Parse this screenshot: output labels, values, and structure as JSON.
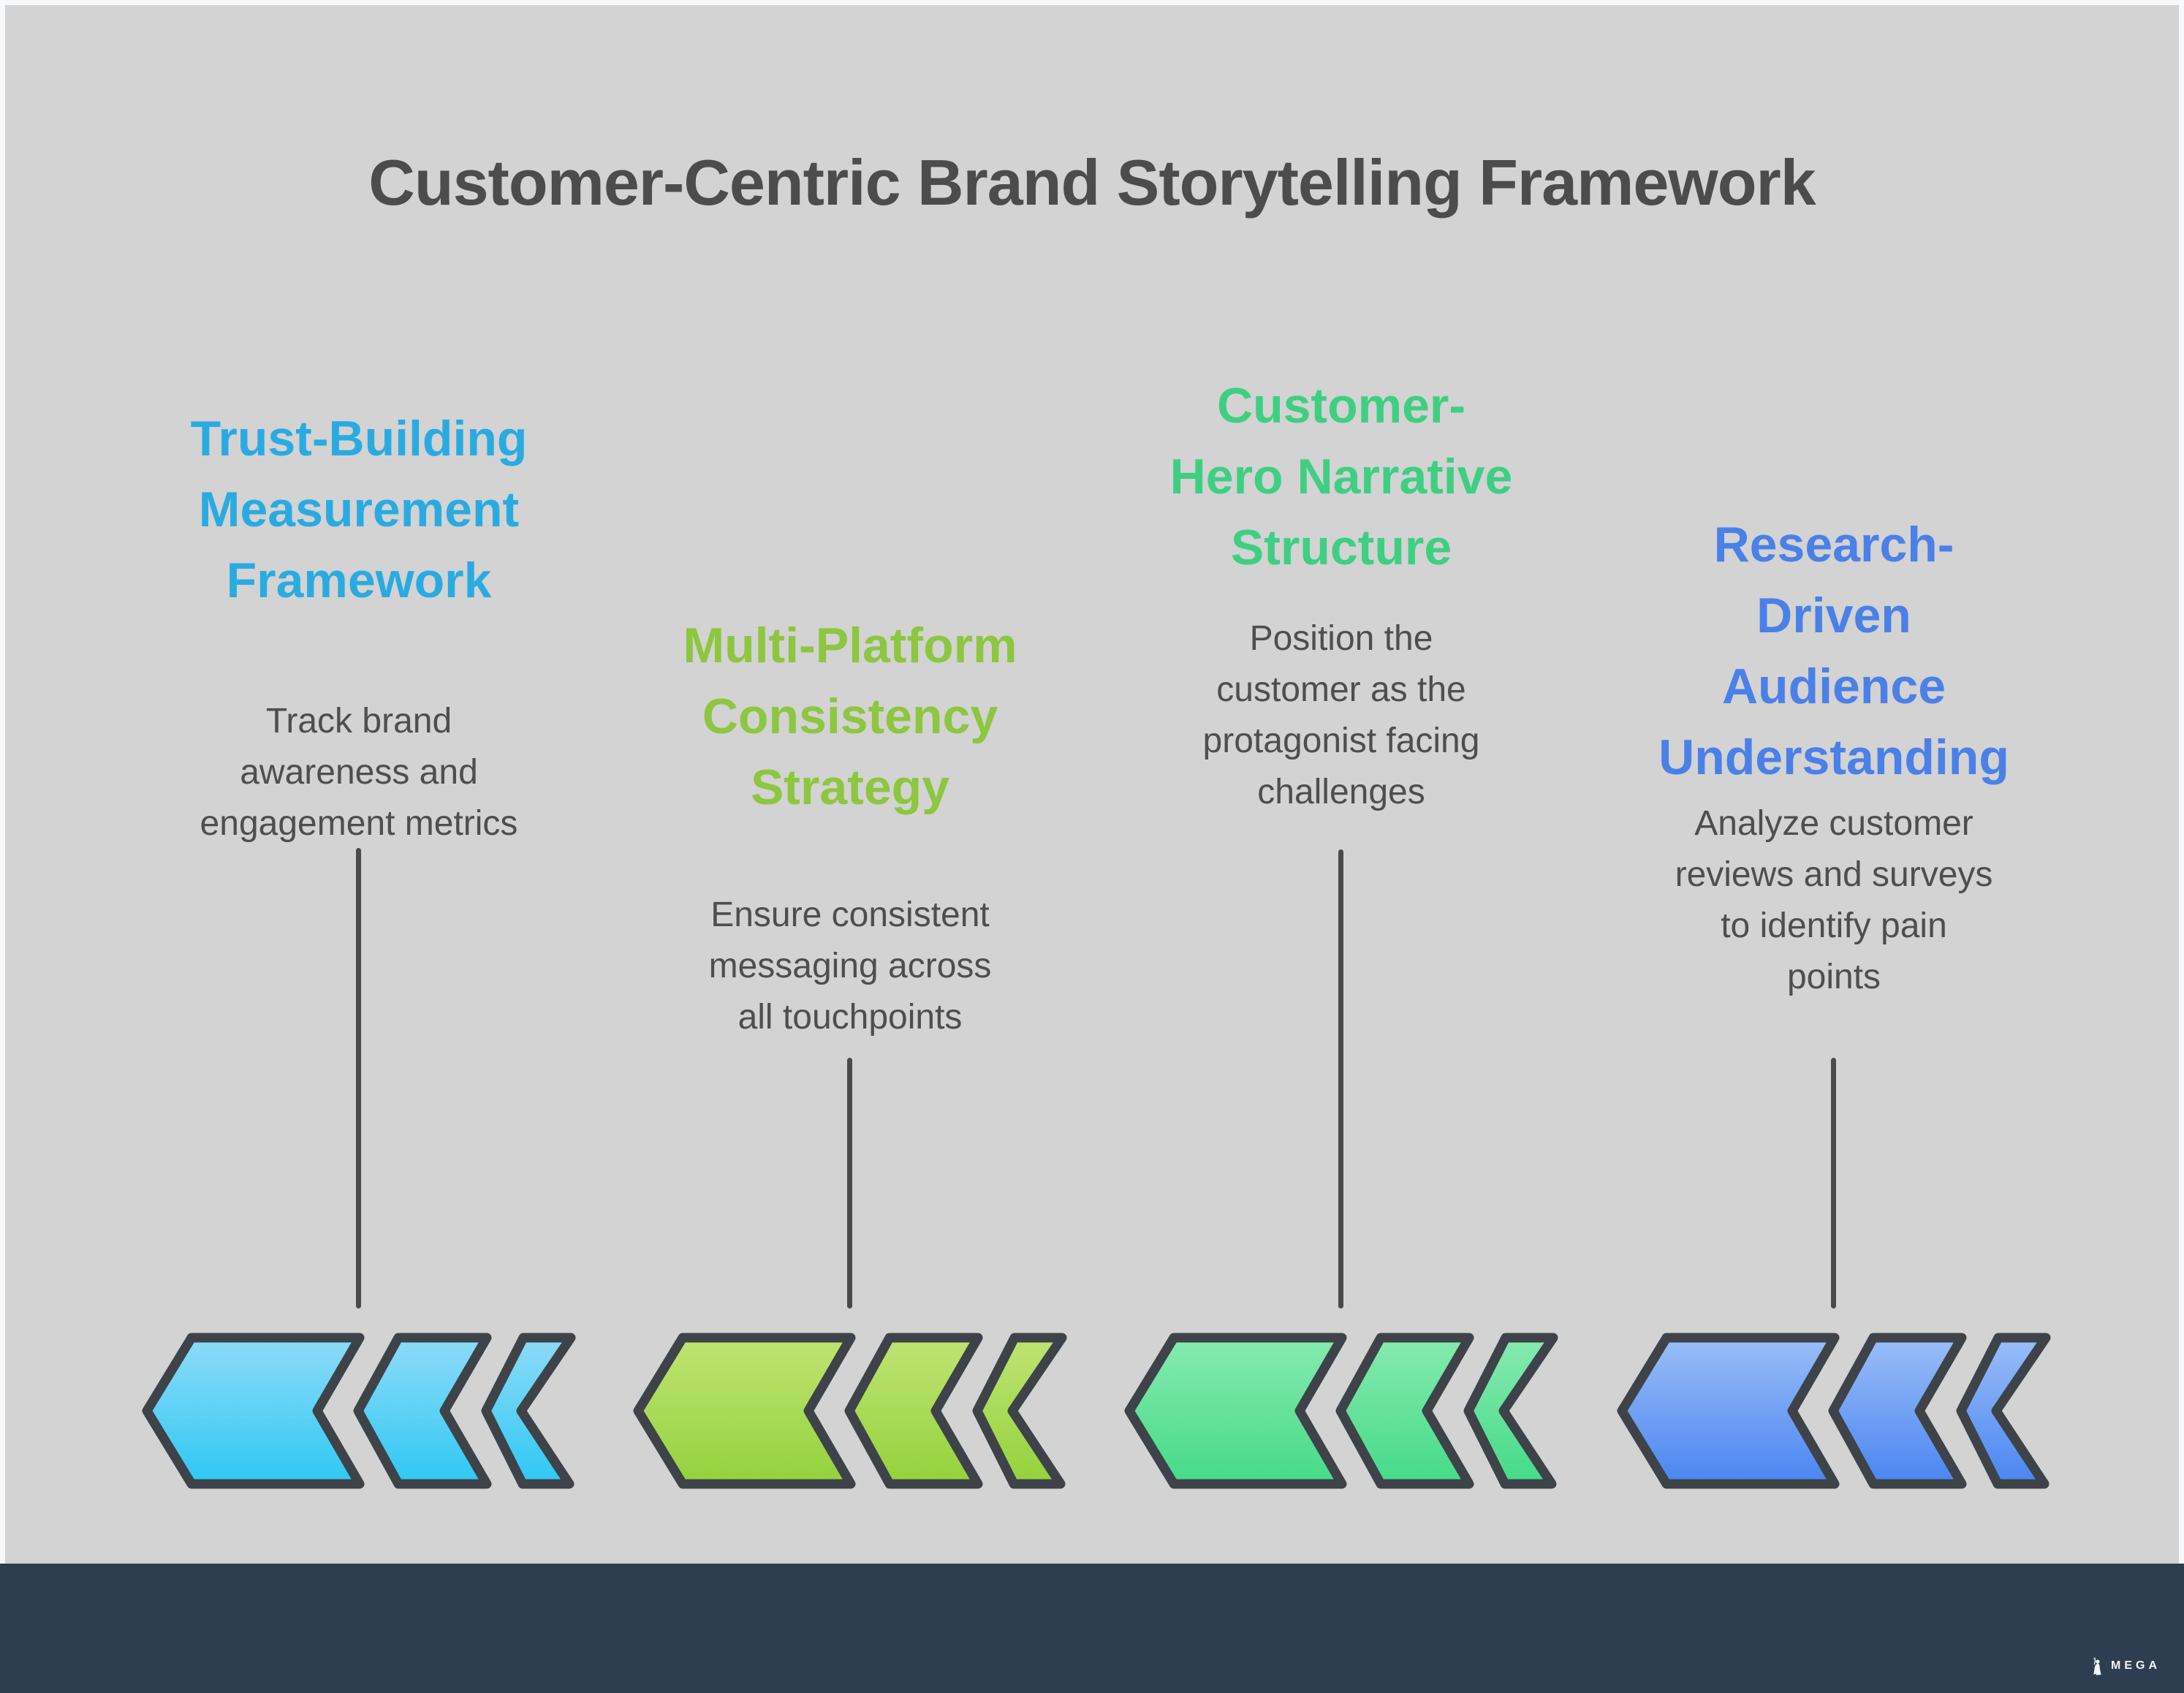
{
  "title": "Customer-Centric Brand Storytelling Framework",
  "colors": {
    "frame": "#f7f8f9",
    "background": "#d2d3d2",
    "footer": "#2c3e50",
    "heading_text": "#4c4c4c",
    "body_text": "#4e4e4e",
    "line": "#4a4a4a",
    "chevron_border": "#3d4348"
  },
  "columns": [
    {
      "title": "Trust-Building\nMeasurement\nFramework",
      "description": "Track brand\nawareness and\nengagement metrics",
      "accent": "#29abe2",
      "chevron_top": "#8edbf7",
      "chevron_bottom": "#2ec8f4"
    },
    {
      "title": "Multi-Platform\nConsistency\nStrategy",
      "description": "Ensure consistent\nmessaging across\nall touchpoints",
      "accent": "#8dc63f",
      "chevron_top": "#bfe473",
      "chevron_bottom": "#93d23c"
    },
    {
      "title": "Customer-\nHero Narrative\nStructure",
      "description": "Position the\ncustomer as the\nprotagonist facing\nchallenges",
      "accent": "#3ecf83",
      "chevron_top": "#87eab0",
      "chevron_bottom": "#45da88"
    },
    {
      "title": "Research-\nDriven\nAudience\nUnderstanding",
      "description": "Analyze customer\nreviews and surveys\nto identify pain\npoints",
      "accent": "#4a80e8",
      "chevron_top": "#9abef8",
      "chevron_bottom": "#4a85f1"
    }
  ],
  "footer": {
    "brand": "MEGA"
  }
}
